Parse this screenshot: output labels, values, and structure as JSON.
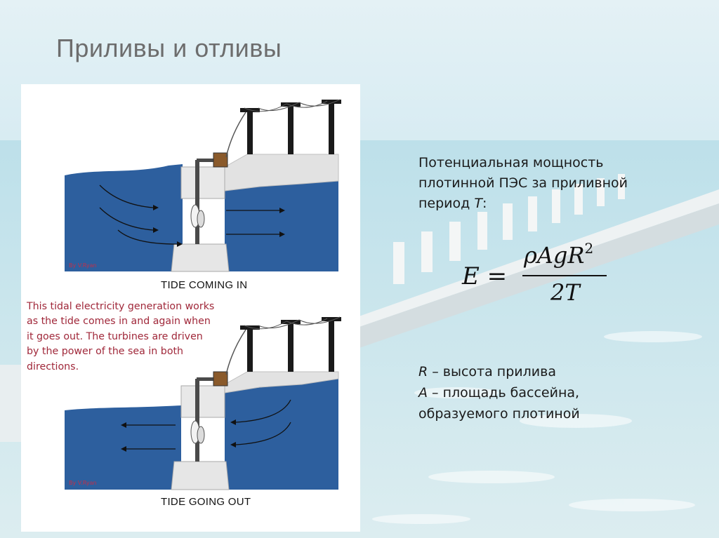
{
  "slide": {
    "title": "Приливы и отливы"
  },
  "diagram": {
    "caption_top": "TIDE COMING IN",
    "caption_bottom": "TIDE GOING OUT",
    "credit_top": "By V.Ryan",
    "credit_bottom": "By V.Ryan",
    "note": "This tidal electricity generation works as the tide comes in and again when it goes out. The turbines are driven by the power of the sea in both directions.",
    "colors": {
      "water": "#2d5f9e",
      "sky": "#ffffff",
      "concrete": "#e2e2e2",
      "pole": "#1a1a1a",
      "note_text": "#a0283a"
    }
  },
  "text": {
    "intro_line1": "Потенциальная мощность",
    "intro_line2": "плотинной ПЭС за приливной",
    "intro_line3_prefix": "период ",
    "intro_line3_var": "T",
    "intro_line3_suffix": ":",
    "formula_lhs": "E =",
    "formula_num": "ρAgR",
    "formula_exp": "2",
    "formula_den": "2T",
    "def_r_var": "R",
    "def_r_text": " – высота прилива",
    "def_a_var": "A",
    "def_a_text": " – площадь бассейна,",
    "def_a_text2": "образуемого плотиной"
  }
}
